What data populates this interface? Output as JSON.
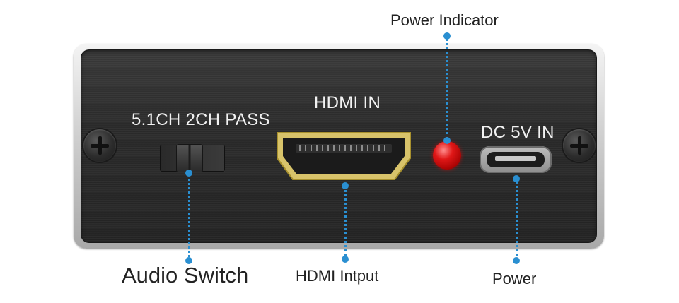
{
  "device": {
    "audio_modes_label": "5.1CH 2CH PASS",
    "hdmi_port_label": "HDMI IN",
    "dc_input_label": "DC 5V IN"
  },
  "callouts": {
    "power_indicator": "Power Indicator",
    "audio_switch": "Audio Switch",
    "hdmi_input": "HDMI Intput",
    "power": "Power"
  },
  "colors": {
    "callout_line": "#2a8fd1",
    "panel": "#2b2b2b",
    "hdmi_gold": "#d8c36a",
    "led_red": "#e01717"
  }
}
